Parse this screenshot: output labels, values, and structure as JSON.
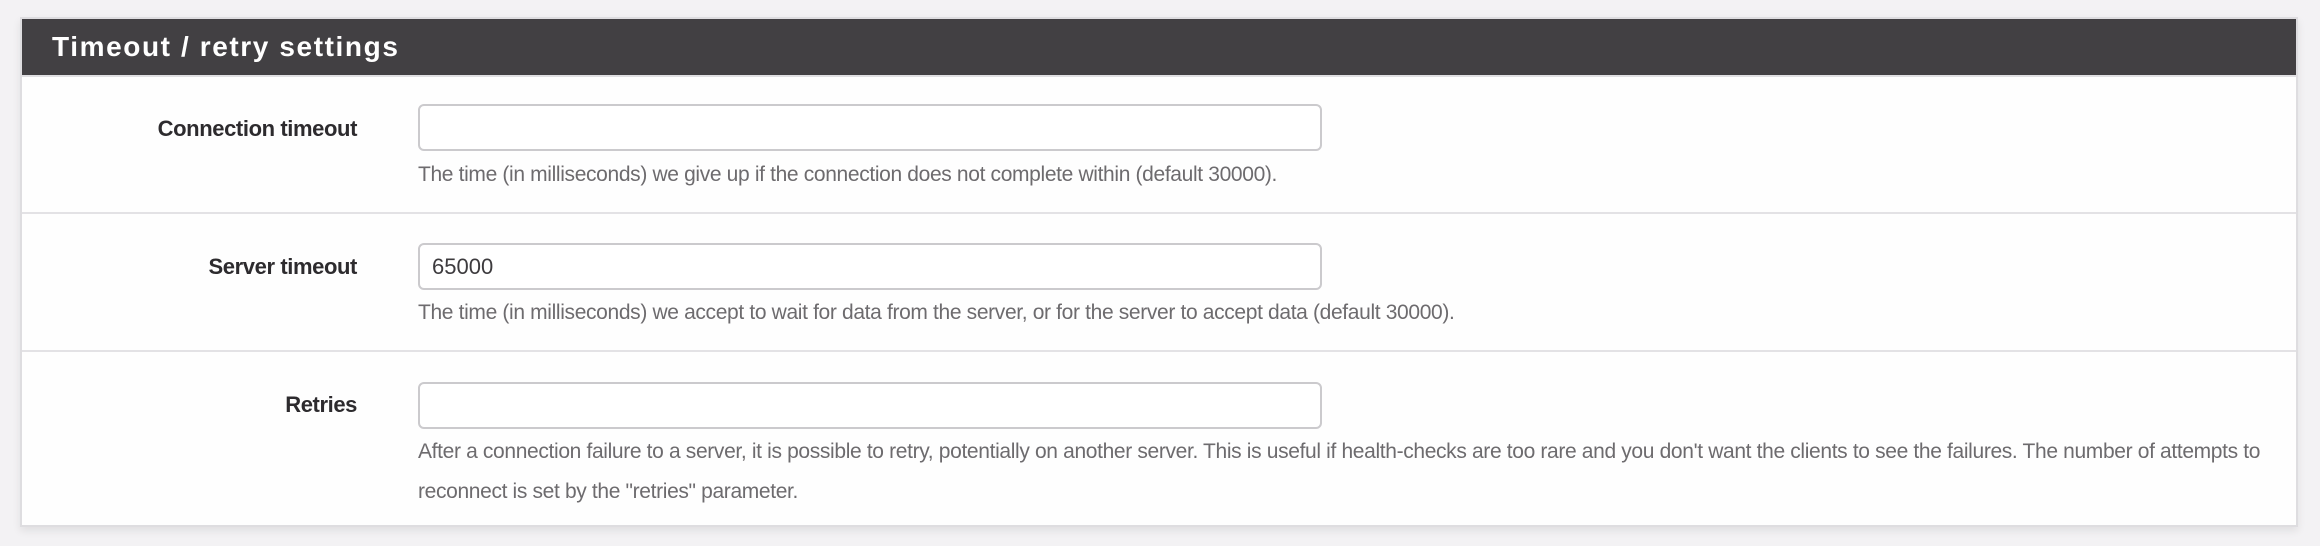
{
  "panel": {
    "title": "Timeout / retry settings"
  },
  "rows": [
    {
      "label": "Connection timeout",
      "value": "",
      "placeholder": "",
      "help": "The time (in milliseconds) we give up if the connection does not complete within (default 30000)."
    },
    {
      "label": "Server timeout",
      "value": "65000",
      "placeholder": "",
      "help": "The time (in milliseconds) we accept to wait for data from the server, or for the server to accept data (default 30000)."
    },
    {
      "label": "Retries",
      "value": "",
      "placeholder": "",
      "help": "After a connection failure to a server, it is possible to retry, potentially on another server. This is useful if health-checks are too rare and you don't want the clients to see the failures. The number of attempts to reconnect is set by the \"retries\" parameter."
    }
  ],
  "colors": {
    "header_bg": "#424043",
    "header_text": "#ffffff",
    "page_bg": "#f3f2f4",
    "label_text": "#2d2b2e",
    "help_text": "#6d6b6e",
    "input_border": "#cbcacd"
  }
}
